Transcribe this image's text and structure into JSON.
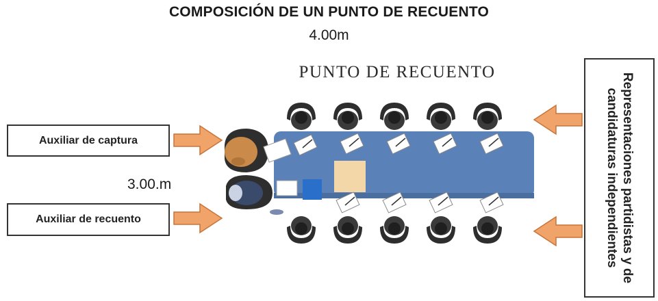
{
  "title": "COMPOSICIÓN DE UN PUNTO DE RECUENTO",
  "width_dimension": "4.00m",
  "point_label": "PUNTO DE RECUENTO",
  "height_dimension": "3.00.m",
  "roles": {
    "auxiliar_captura": "Auxiliar de captura",
    "auxiliar_recuento": "Auxiliar de recuento",
    "representaciones": "Representaciones partidistas y de candidaturas independientes"
  },
  "colors": {
    "table": "#5b82b8",
    "arrow": "#f0a46a",
    "arrow_outline": "#c8743a",
    "chair": "#2e2e2e",
    "box_tan": "#f3d7a8",
    "box_blue": "#2a6fc9",
    "captura_head": "#c98a4a",
    "recuento_head": "#3a4a6a"
  },
  "icons": {
    "arrow": "right-arrow-icon",
    "arrow_left": "left-arrow-icon",
    "person": "seated-person-icon"
  }
}
